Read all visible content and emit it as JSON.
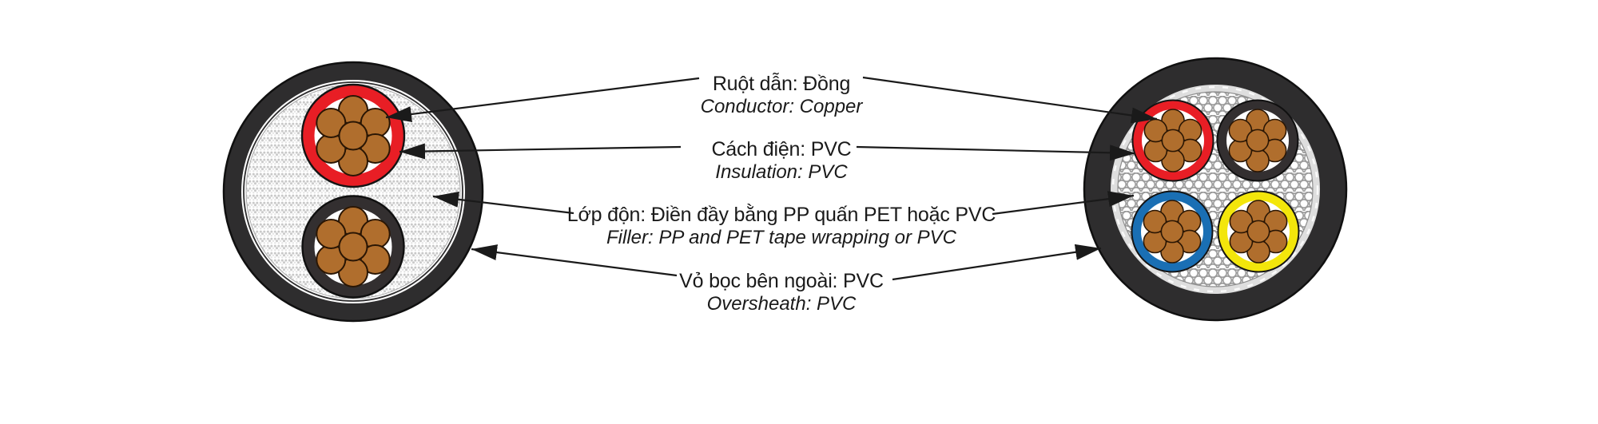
{
  "page": {
    "background": "#ffffff",
    "description": "Cable cross-section diagram with Vietnamese and English part labels"
  },
  "diagram": {
    "labels": [
      {
        "id": "conductor",
        "vi": "Ruột dẫn: Đồng",
        "en": "Conductor: Copper"
      },
      {
        "id": "insulation",
        "vi": "Cách điện: PVC",
        "en": "Insulation: PVC"
      },
      {
        "id": "filler",
        "vi": "Lớp độn: Điền đầy bằng PP quấn PET hoặc PVC",
        "en": "Filler: PP and PET tape wrapping or PVC"
      },
      {
        "id": "oversheath",
        "vi": "Vỏ bọc bên ngoài: PVC",
        "en": "Oversheath: PVC"
      }
    ],
    "left_cable": {
      "type": "2-core cross-section",
      "core_colors": [
        "red",
        "black"
      ],
      "strands_per_core": 7
    },
    "right_cable": {
      "type": "4-core cross-section",
      "core_colors": [
        "red",
        "black",
        "blue",
        "yellow"
      ],
      "strands_per_core": 7
    },
    "colors": {
      "insulation_red": "#e81e25",
      "insulation_black": "#332f30",
      "insulation_blue": "#1a6fb4",
      "insulation_yellow": "#f3e60b",
      "copper": "#b06e2d",
      "oversheath": "#2e2d2e",
      "leader_line": "#1a1a1a"
    }
  }
}
